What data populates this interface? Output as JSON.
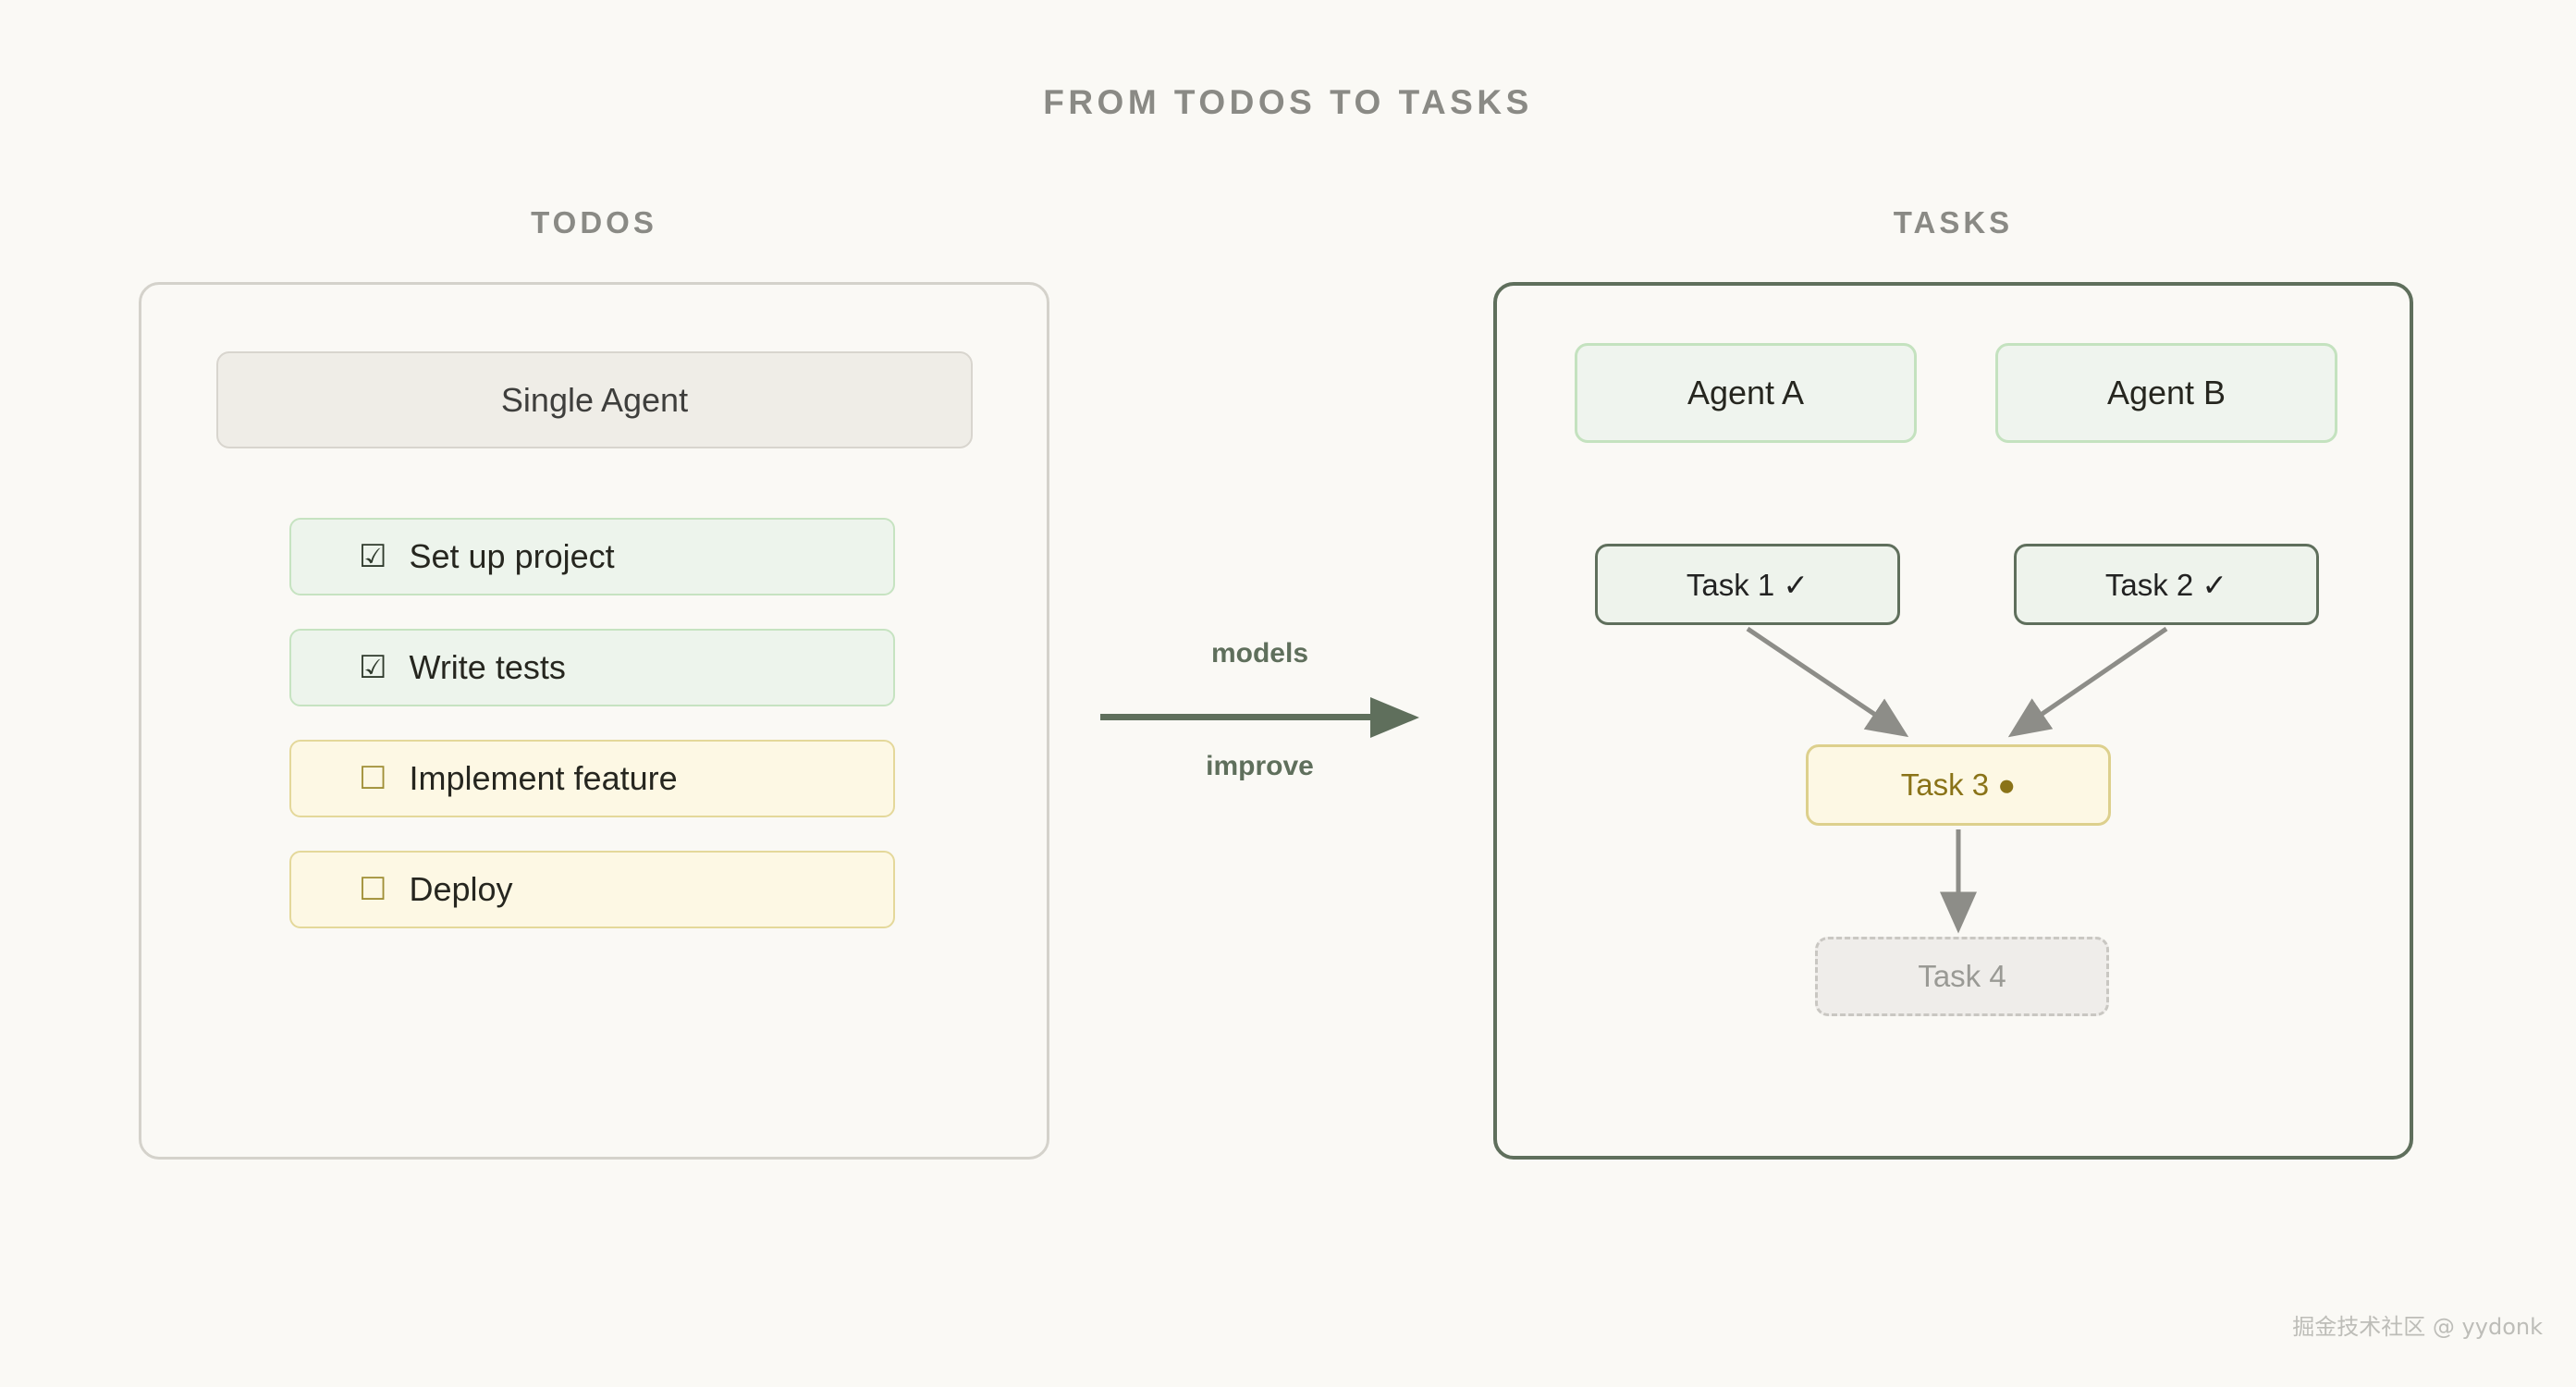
{
  "title": "FROM TODOS TO TASKS",
  "colors": {
    "background": "#faf9f5",
    "muted_text": "#8a8a85",
    "sage_accent": "#5f6f5c",
    "green_border": "#c4e2bf",
    "green_fill": "#eff4ee",
    "amber_border": "#ddd08d",
    "amber_fill": "#fdf8e4",
    "amber_text": "#8a7318",
    "gray_border": "#c9c7c2",
    "gray_fill": "#efedea",
    "gray_text": "#9a9a95",
    "arrow_gray": "#8d8d88"
  },
  "left": {
    "heading": "TODOS",
    "agent": {
      "label": "Single Agent"
    },
    "items": [
      {
        "checkbox": "checkbox-checked-icon",
        "glyph": "☑",
        "label": "Set up project",
        "state": "done"
      },
      {
        "checkbox": "checkbox-checked-icon",
        "glyph": "☑",
        "label": "Write tests",
        "state": "done"
      },
      {
        "checkbox": "checkbox-empty-icon",
        "glyph": "☐",
        "label": "Implement feature",
        "state": "pending"
      },
      {
        "checkbox": "checkbox-empty-icon",
        "glyph": "☐",
        "label": "Deploy",
        "state": "pending"
      }
    ]
  },
  "center": {
    "label_top": "models",
    "label_bottom": "improve",
    "arrow_direction": "right"
  },
  "right": {
    "heading": "TASKS",
    "agents": [
      {
        "label": "Agent A"
      },
      {
        "label": "Agent B"
      }
    ],
    "tasks": [
      {
        "label": "Task 1 ✓",
        "state": "done"
      },
      {
        "label": "Task 2 ✓",
        "state": "done"
      },
      {
        "label": "Task 3 ●",
        "state": "active"
      },
      {
        "label": "Task 4",
        "state": "future"
      }
    ],
    "edges": [
      {
        "from": "Task 1 ✓",
        "to": "Task 3 ●"
      },
      {
        "from": "Task 2 ✓",
        "to": "Task 3 ●"
      },
      {
        "from": "Task 3 ●",
        "to": "Task 4"
      }
    ]
  },
  "watermark": "掘金技术社区 @ yydonk"
}
